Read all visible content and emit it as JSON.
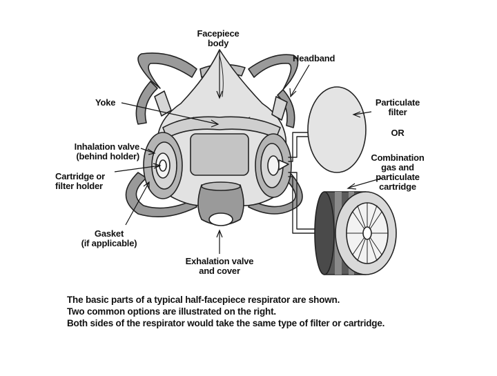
{
  "labels": {
    "facepiece_body": [
      "Facepiece",
      "body"
    ],
    "headband": "Headband",
    "yoke": "Yoke",
    "inhalation_valve": [
      "Inhalation valve",
      "(behind holder)"
    ],
    "cartridge_holder": [
      "Cartridge or",
      "filter holder"
    ],
    "gasket": [
      "Gasket",
      "(if applicable)"
    ],
    "exhalation_valve": [
      "Exhalation valve",
      "and cover"
    ],
    "particulate_filter": [
      "Particulate",
      "filter"
    ],
    "or": "OR",
    "combination_cartridge": [
      "Combination",
      "gas and",
      "particulate",
      "cartridge"
    ]
  },
  "caption": [
    "The basic parts of a typical half-facepiece respirator are shown.",
    "Two common options are illustrated on the right.",
    "Both sides of the respirator would take the same type of filter or cartridge."
  ]
}
